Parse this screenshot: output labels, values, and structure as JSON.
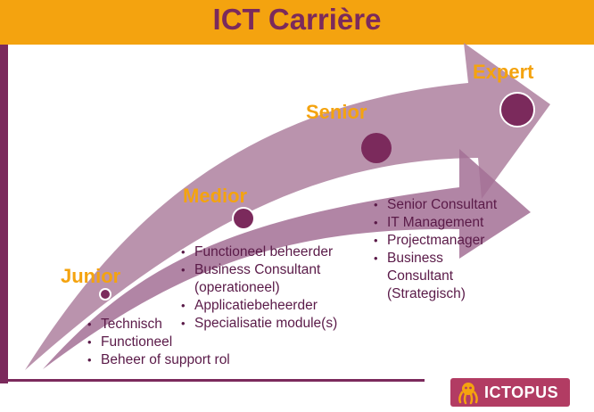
{
  "title": "ICT Carrière",
  "stages": {
    "junior": "Junior",
    "medior": "Medior",
    "senior": "Senior",
    "expert": "Expert"
  },
  "lists": {
    "junior": [
      "Technisch",
      "Functioneel",
      "Beheer of support rol"
    ],
    "medior": [
      "Functioneel beheerder",
      "Business Consultant\n(operationeel)",
      "Applicatiebeheerder",
      "Specialisatie module(s)"
    ],
    "senior": [
      "Senior Consultant",
      "IT Management",
      "Projectmanager",
      " Business\nConsultant\n(Strategisch)"
    ]
  },
  "logo": {
    "text": "ICTOPUS",
    "icon": "octopus-icon"
  },
  "colors": {
    "orange": "#f4a30f",
    "purple": "#7b2a5c",
    "arrow_upper": "#b48aa6",
    "arrow_lower": "#a37095",
    "logo_bg": "#b23c63"
  }
}
